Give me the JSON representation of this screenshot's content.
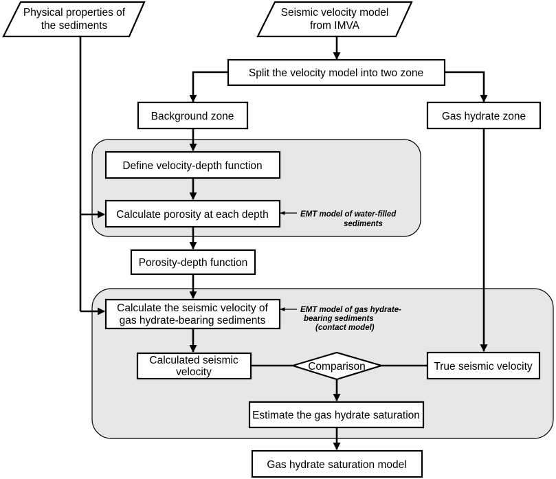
{
  "nodes": {
    "physical_properties": [
      "Physical properties of",
      "the sediments"
    ],
    "seismic_model": [
      "Seismic velocity model",
      "from IMVA"
    ],
    "split": "Split the velocity model into two zone",
    "background_zone": "Background zone",
    "gas_hydrate_zone": "Gas hydrate zone",
    "define_velocity": "Define velocity-depth function",
    "calculate_porosity": "Calculate porosity at each depth",
    "porosity_depth": "Porosity-depth function",
    "calculate_velocity": [
      "Calculate the seismic velocity of",
      "gas hydrate-bearing sediments"
    ],
    "calculated_velocity": [
      "Calculated seismic",
      "velocity"
    ],
    "comparison": "Comparison",
    "true_velocity": "True seismic velocity",
    "estimate_saturation": "Estimate the gas hydrate saturation",
    "saturation_model": "Gas hydrate saturation model"
  },
  "notes": {
    "emt_water": [
      "EMT model of water-filled",
      "sediments"
    ],
    "emt_gas": [
      "EMT model of gas hydrate-",
      "bearing sediments",
      "(contact model)"
    ]
  }
}
